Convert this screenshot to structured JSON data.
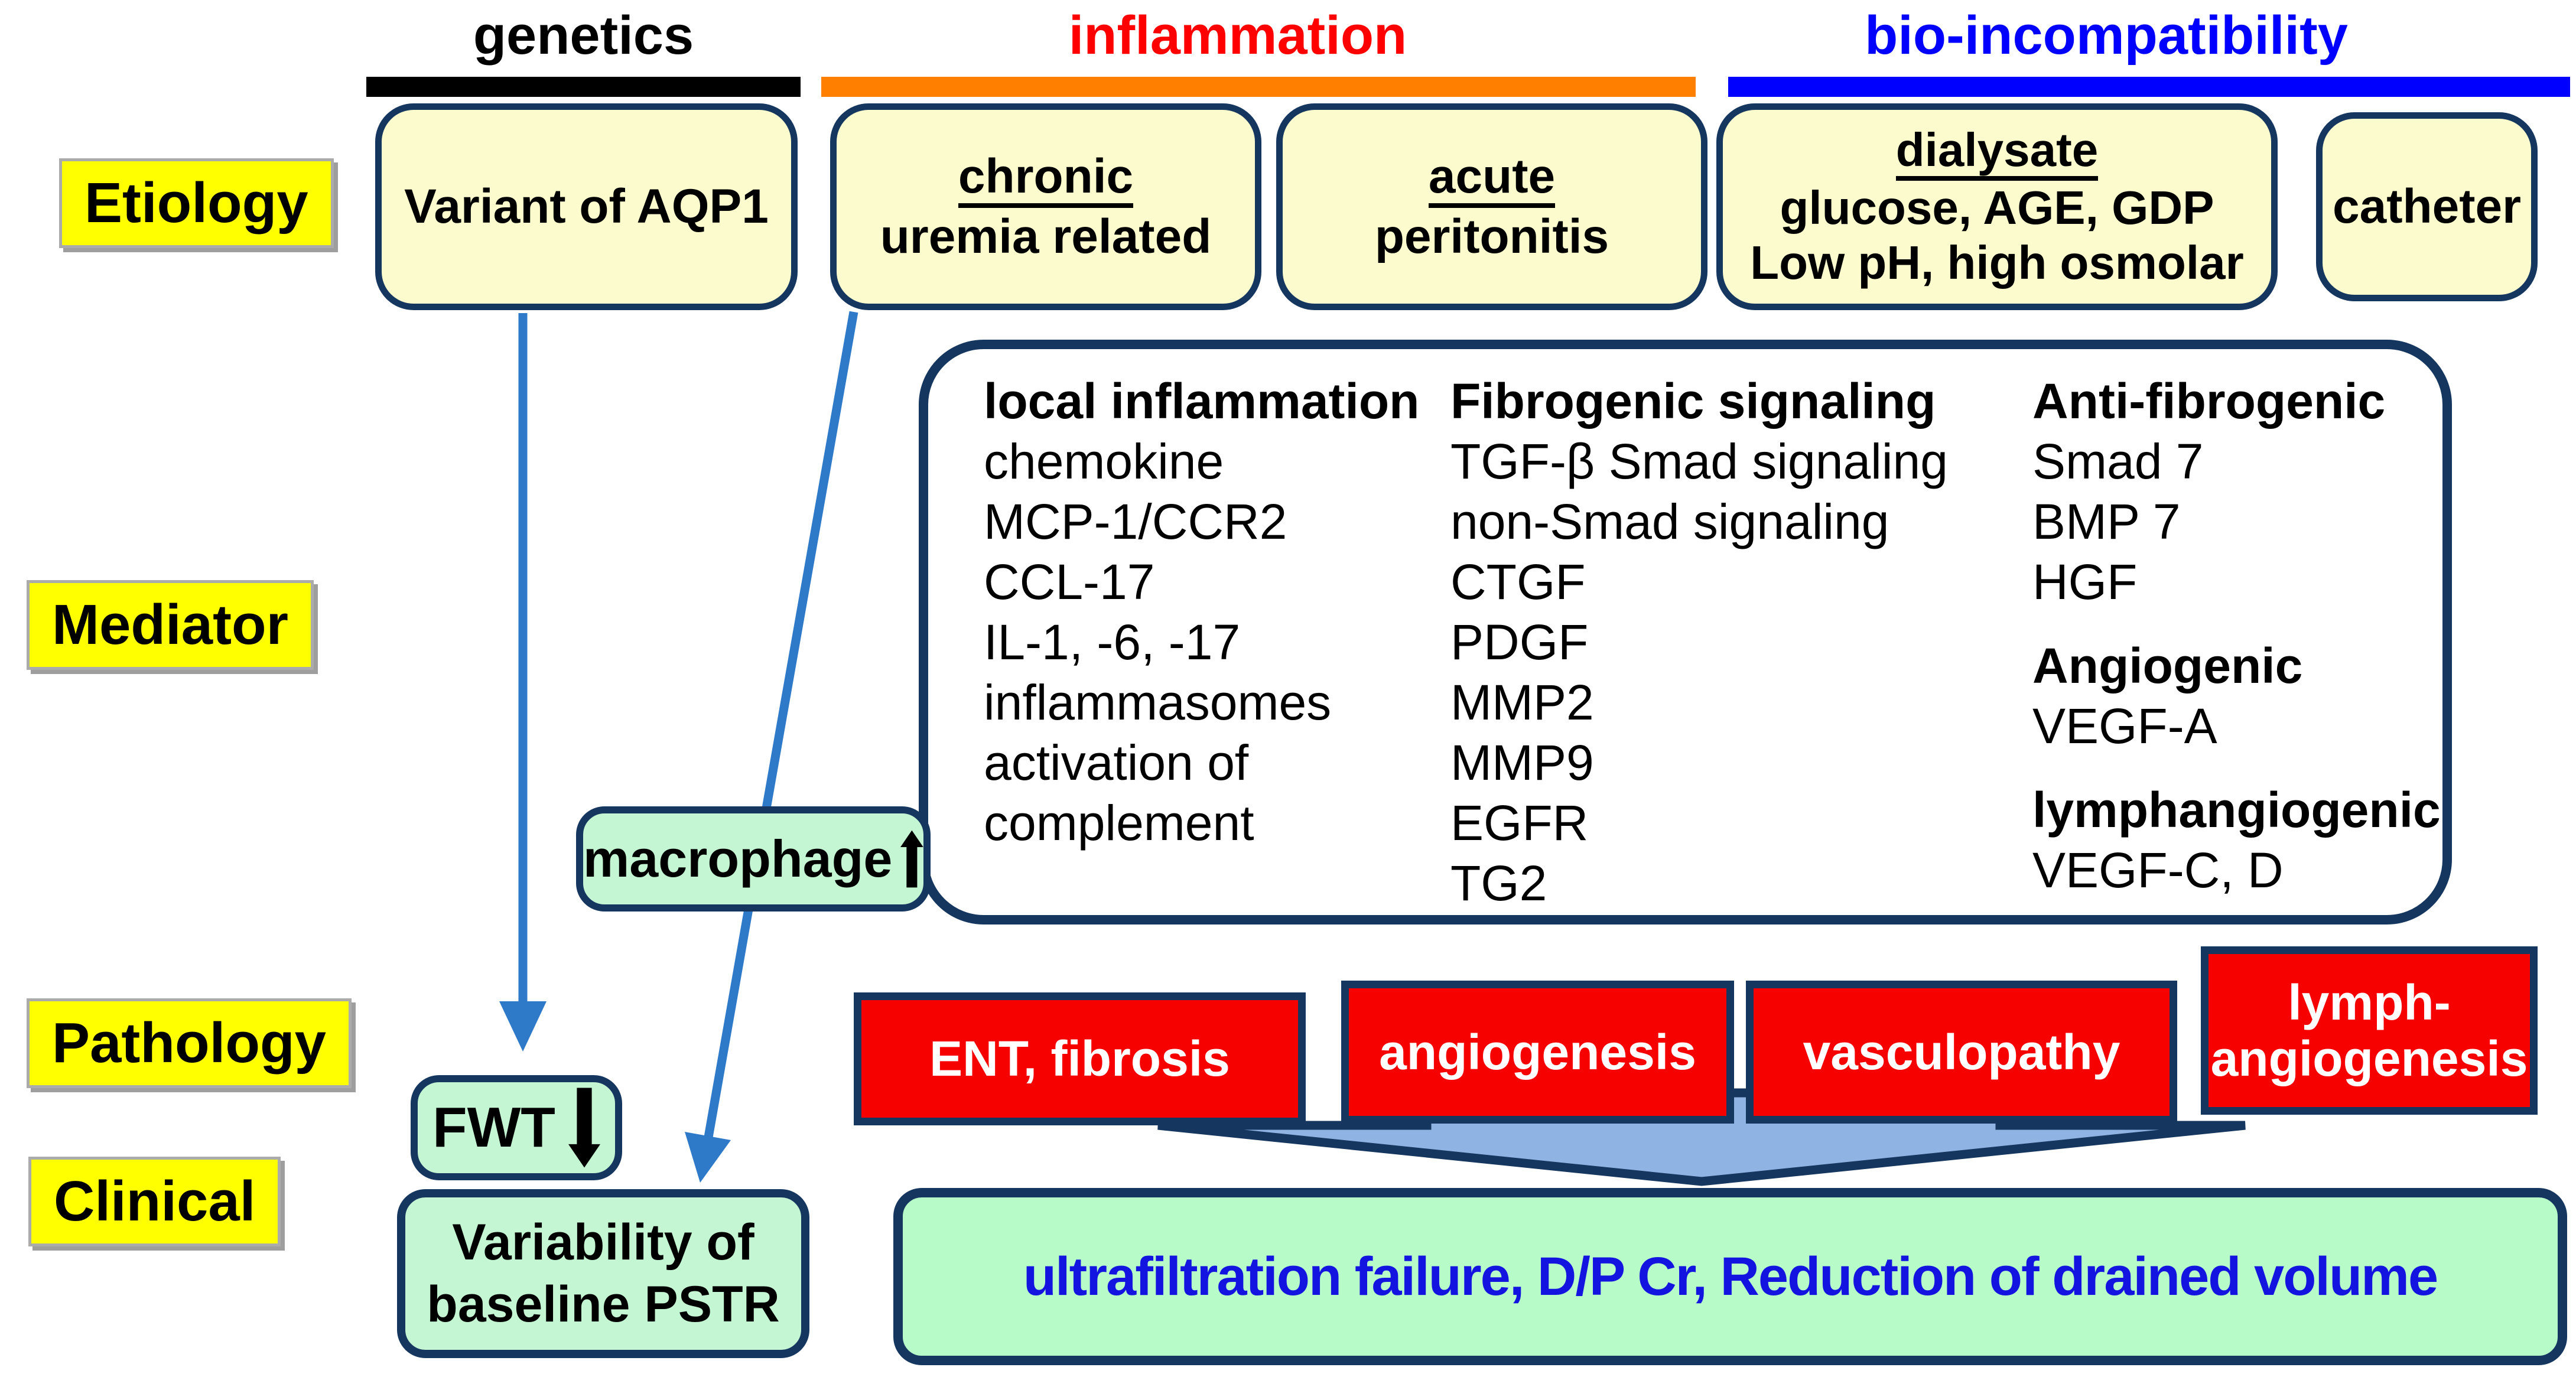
{
  "headers": {
    "genetics": {
      "label": "genetics",
      "text_color": "#000000",
      "bar_color": "#000000"
    },
    "inflammation": {
      "label": "inflammation",
      "text_color": "#FF0000",
      "bar_color": "#FF8000"
    },
    "bio_incompatibility": {
      "label": "bio-incompatibility",
      "text_color": "#0000FF",
      "bar_color": "#0000FF"
    }
  },
  "row_labels": {
    "etiology": "Etiology",
    "mediator": "Mediator",
    "pathology": "Pathology",
    "clinical": "Clinical"
  },
  "etiology": {
    "aqp1": {
      "text": "Variant of AQP1"
    },
    "chronic": {
      "title": "chronic",
      "line": "uremia related"
    },
    "acute": {
      "title": "acute",
      "line": "peritonitis"
    },
    "dialysate": {
      "title": "dialysate",
      "line1": "glucose, AGE, GDP",
      "line2": "Low pH, high osmolar"
    },
    "catheter": {
      "text": "catheter"
    }
  },
  "mediator_box": {
    "local_inflammation": {
      "header": "local inflammation",
      "items": [
        "chemokine",
        "MCP-1/CCR2",
        "CCL-17",
        "IL-1, -6, -17",
        "inflammasomes",
        "activation of",
        "complement"
      ]
    },
    "fibrogenic": {
      "header": "Fibrogenic signaling",
      "items": [
        "TGF-β Smad signaling",
        "non-Smad signaling",
        "CTGF",
        "PDGF",
        "MMP2",
        "MMP9",
        "EGFR",
        "TG2"
      ]
    },
    "anti_fibrogenic": {
      "header": "Anti-fibrogenic",
      "items": [
        "Smad 7",
        "BMP 7",
        "HGF"
      ]
    },
    "angiogenic": {
      "header": "Angiogenic",
      "items": [
        "VEGF-A"
      ]
    },
    "lymphangiogenic": {
      "header": "lymphangiogenic",
      "items": [
        "VEGF-C, D"
      ]
    }
  },
  "macrophage": {
    "label": "macrophage"
  },
  "pathology_boxes": {
    "ent": "ENT, fibrosis",
    "angiogenesis": "angiogenesis",
    "vasculopathy": "vasculopathy",
    "lymph_lines": [
      "lymph-",
      "angiogenesis"
    ]
  },
  "clinical": {
    "fwt": "FWT",
    "variability_lines": [
      "Variability of",
      "baseline PSTR"
    ],
    "outcome": "ultrafiltration failure, D/P Cr, Reduction of drained volume"
  },
  "colors": {
    "cream_box": "#FBFBCD",
    "navy_border": "#15365E",
    "mint_box": "#C5F6D3",
    "outcome_box": "#B7FBC9",
    "red_box": "#F60000",
    "yellow_label": "#FFFF00",
    "label_border_gray": "#ABABAB",
    "orange_bar": "#FF8000",
    "blue_bar": "#0000FF",
    "black_bar": "#000000",
    "thin_arrow_blue": "#2E79C8",
    "block_arrow_fill": "#8FB3E3",
    "outcome_text_blue": "#1414E0"
  }
}
